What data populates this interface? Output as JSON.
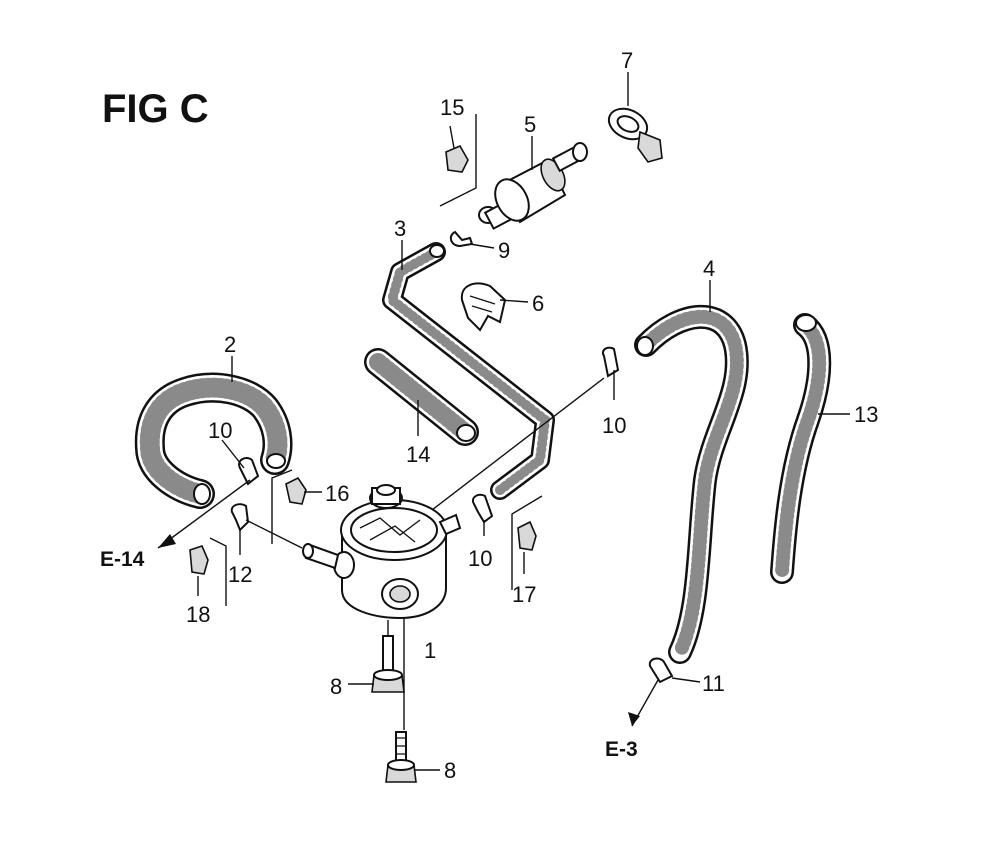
{
  "title": "FIG C",
  "callouts": {
    "c1": "1",
    "c2": "2",
    "c3": "3",
    "c4": "4",
    "c5": "5",
    "c6": "6",
    "c7": "7",
    "c8a": "8",
    "c8b": "8",
    "c9": "9",
    "c10a": "10",
    "c10b": "10",
    "c10c": "10",
    "c11": "11",
    "c12": "12",
    "c13": "13",
    "c14": "14",
    "c15": "15",
    "c16": "16",
    "c17": "17",
    "c18": "18"
  },
  "references": {
    "e14": "E-14",
    "e3": "E-3"
  }
}
